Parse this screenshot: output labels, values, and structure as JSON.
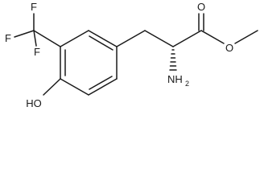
{
  "molecule": {
    "atom_labels": {
      "f_top": "F",
      "f_left": "F",
      "f_lower": "F",
      "hydroxyl": "HO",
      "carbonyl_o": "O",
      "ester_o": "O",
      "amine_n": "NH",
      "amine_sub": "2"
    }
  }
}
